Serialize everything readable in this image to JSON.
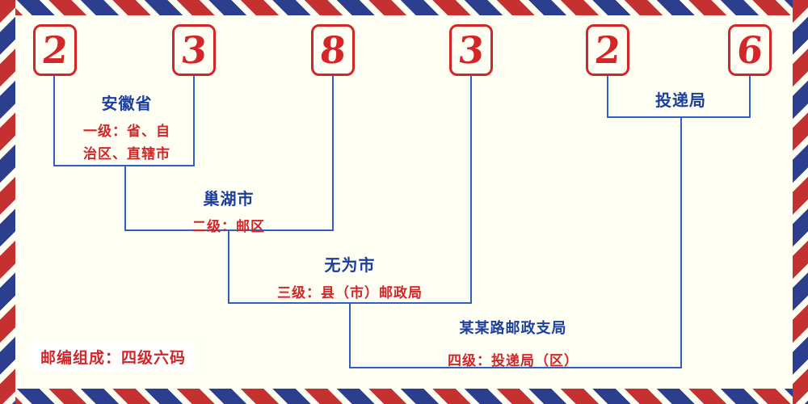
{
  "colors": {
    "bg": "#fffef2",
    "red": "#d22629",
    "blue_line": "#2f5fc0",
    "blue_text": "#1b3f9e",
    "stripe_red": "#c53030",
    "stripe_blue": "#2b3f8e"
  },
  "postal_code": "238326",
  "digits": [
    "2",
    "3",
    "8",
    "3",
    "2",
    "6"
  ],
  "groups": {
    "level1": {
      "name": "安徽省",
      "desc_line1": "一级：省、自",
      "desc_line2": "治区、直辖市"
    },
    "level2": {
      "name": "巢湖市",
      "desc": "二级：邮区"
    },
    "level3": {
      "name": "无为市",
      "desc": "三级：县（市）邮政局"
    },
    "level4_top": {
      "name": "投递局"
    },
    "level4": {
      "name": "某某路邮政支局",
      "desc": "四级：投递局（区）"
    }
  },
  "footer": {
    "text": "邮编组成：四级六码"
  }
}
